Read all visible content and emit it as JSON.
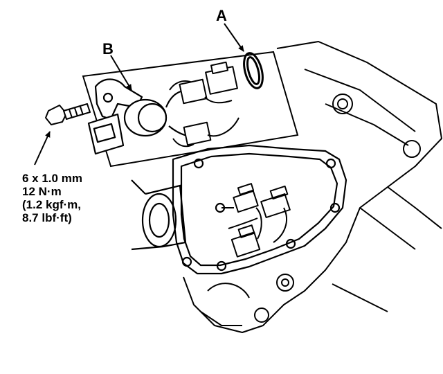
{
  "callouts": {
    "a": "A",
    "b": "B"
  },
  "torque_spec": {
    "line1": "6 x 1.0 mm",
    "line2": "12 N·m",
    "line3": "(1.2 kgf·m,",
    "line4": "8.7 lbf·ft)"
  },
  "colors": {
    "line": "#000000",
    "background": "#ffffff"
  }
}
